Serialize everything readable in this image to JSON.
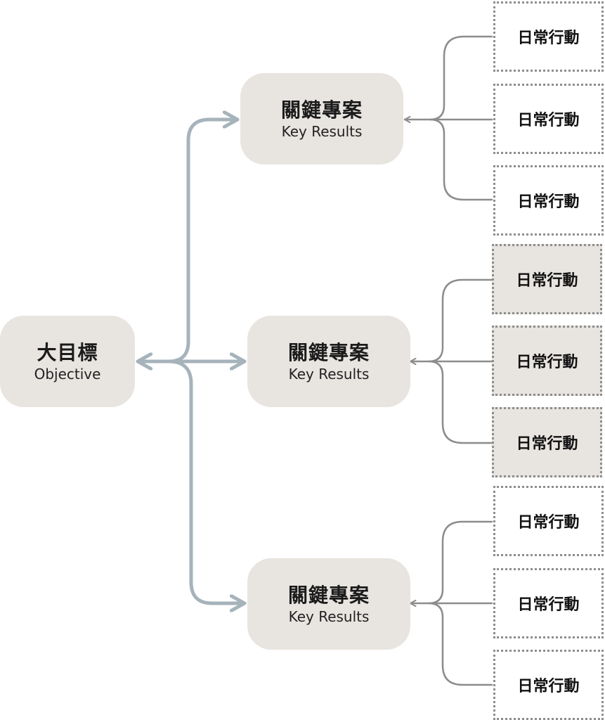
{
  "objective": {
    "title": "大目標",
    "subtitle": "Objective"
  },
  "key_results": [
    {
      "title": "關鍵專案",
      "subtitle": "Key Results",
      "actions": [
        "日常行動",
        "日常行動",
        "日常行動"
      ],
      "highlighted": false
    },
    {
      "title": "關鍵專案",
      "subtitle": "Key Results",
      "actions": [
        "日常行動",
        "日常行動",
        "日常行動"
      ],
      "highlighted": true
    },
    {
      "title": "關鍵專案",
      "subtitle": "Key Results",
      "actions": [
        "日常行動",
        "日常行動",
        "日常行動"
      ],
      "highlighted": false
    }
  ],
  "colors": {
    "node_fill": "#e8e4e0",
    "highlight_fill": "#e8e4e0",
    "objective_connector": "#a6b3bb",
    "action_connector": "#8c8c8c"
  }
}
